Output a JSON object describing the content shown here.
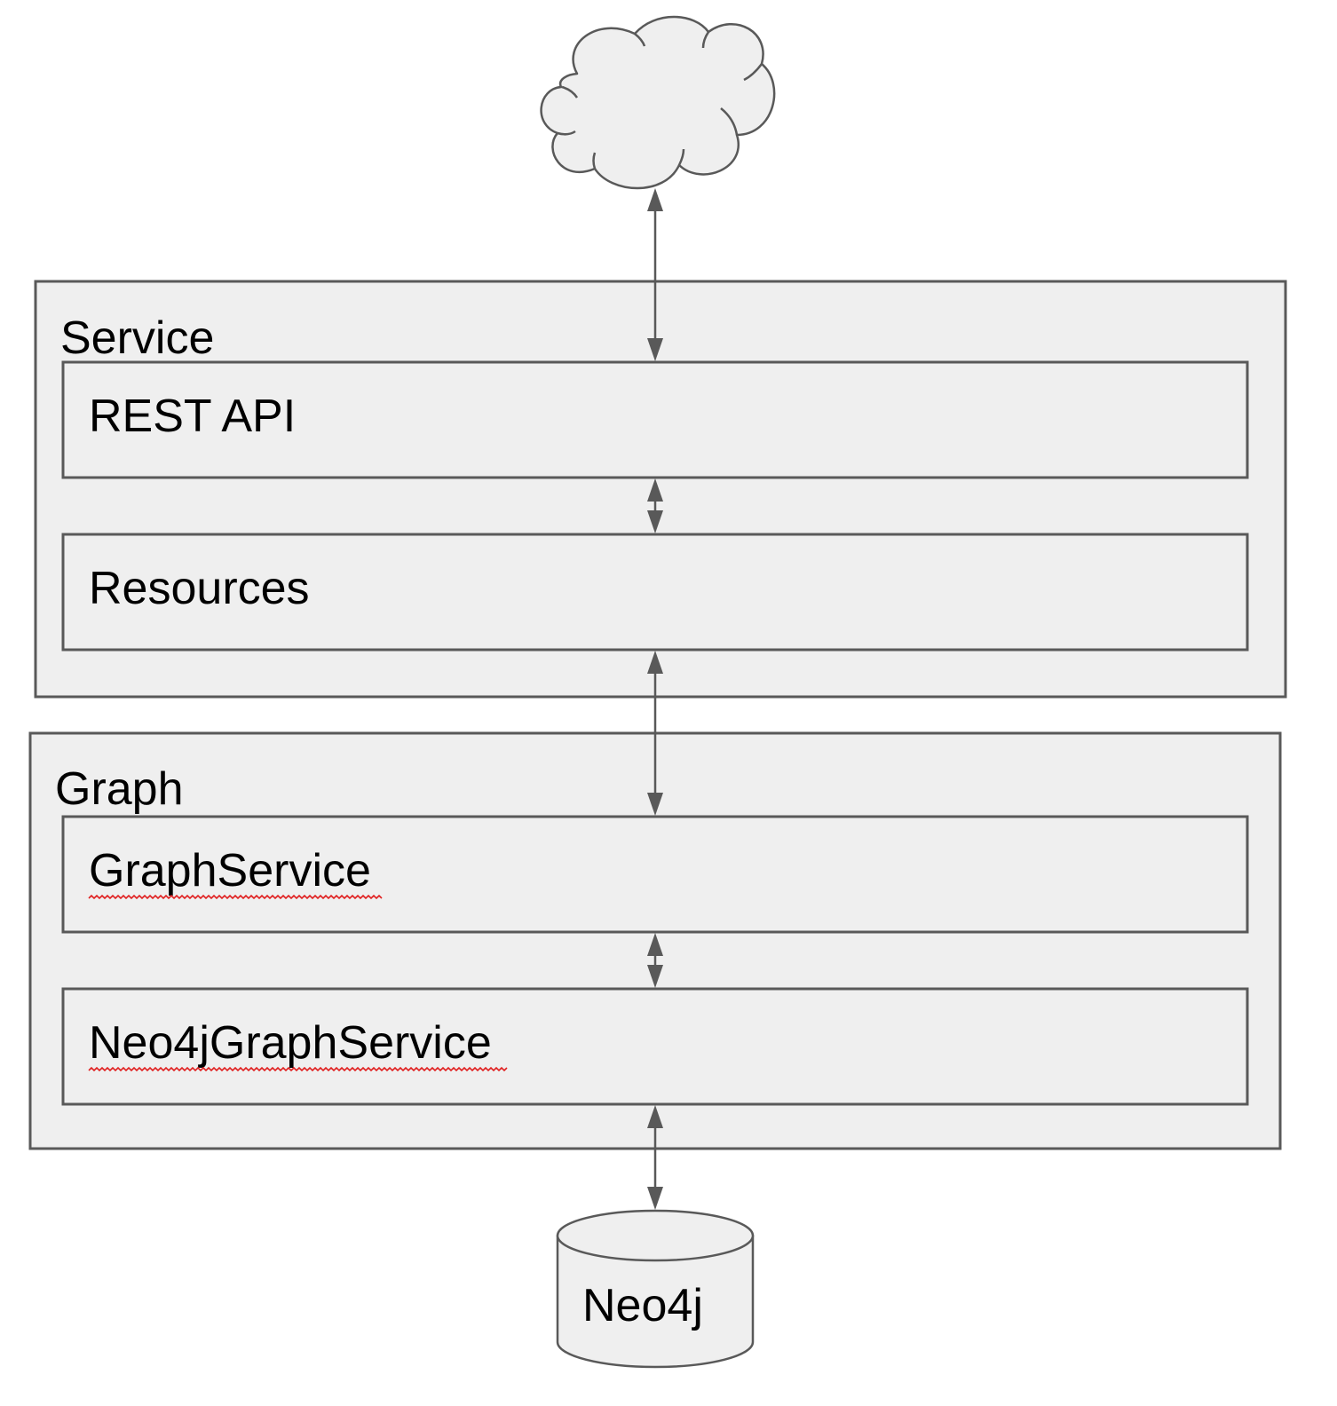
{
  "diagram": {
    "nodes": {
      "cloud": {
        "shape": "cloud-icon"
      },
      "service": {
        "label": "Service"
      },
      "rest_api": {
        "label": "REST API"
      },
      "resources": {
        "label": "Resources"
      },
      "graph": {
        "label": "Graph"
      },
      "graph_service": {
        "label": "GraphService",
        "spellcheck_flag": true
      },
      "neo4j_graph_service": {
        "label": "Neo4jGraphService",
        "spellcheck_flag": true
      },
      "neo4j": {
        "label": "Neo4j",
        "shape": "database-cylinder-icon"
      }
    },
    "edges": [
      {
        "from": "cloud",
        "to": "rest_api",
        "direction": "bidirectional"
      },
      {
        "from": "rest_api",
        "to": "resources",
        "direction": "bidirectional"
      },
      {
        "from": "resources",
        "to": "graph_service",
        "direction": "bidirectional"
      },
      {
        "from": "graph_service",
        "to": "neo4j_graph_service",
        "direction": "bidirectional"
      },
      {
        "from": "neo4j_graph_service",
        "to": "neo4j",
        "direction": "bidirectional"
      }
    ],
    "colors": {
      "fill": "#efefef",
      "stroke": "#595959",
      "text": "#000000",
      "spellcheck": "#e02020"
    }
  }
}
